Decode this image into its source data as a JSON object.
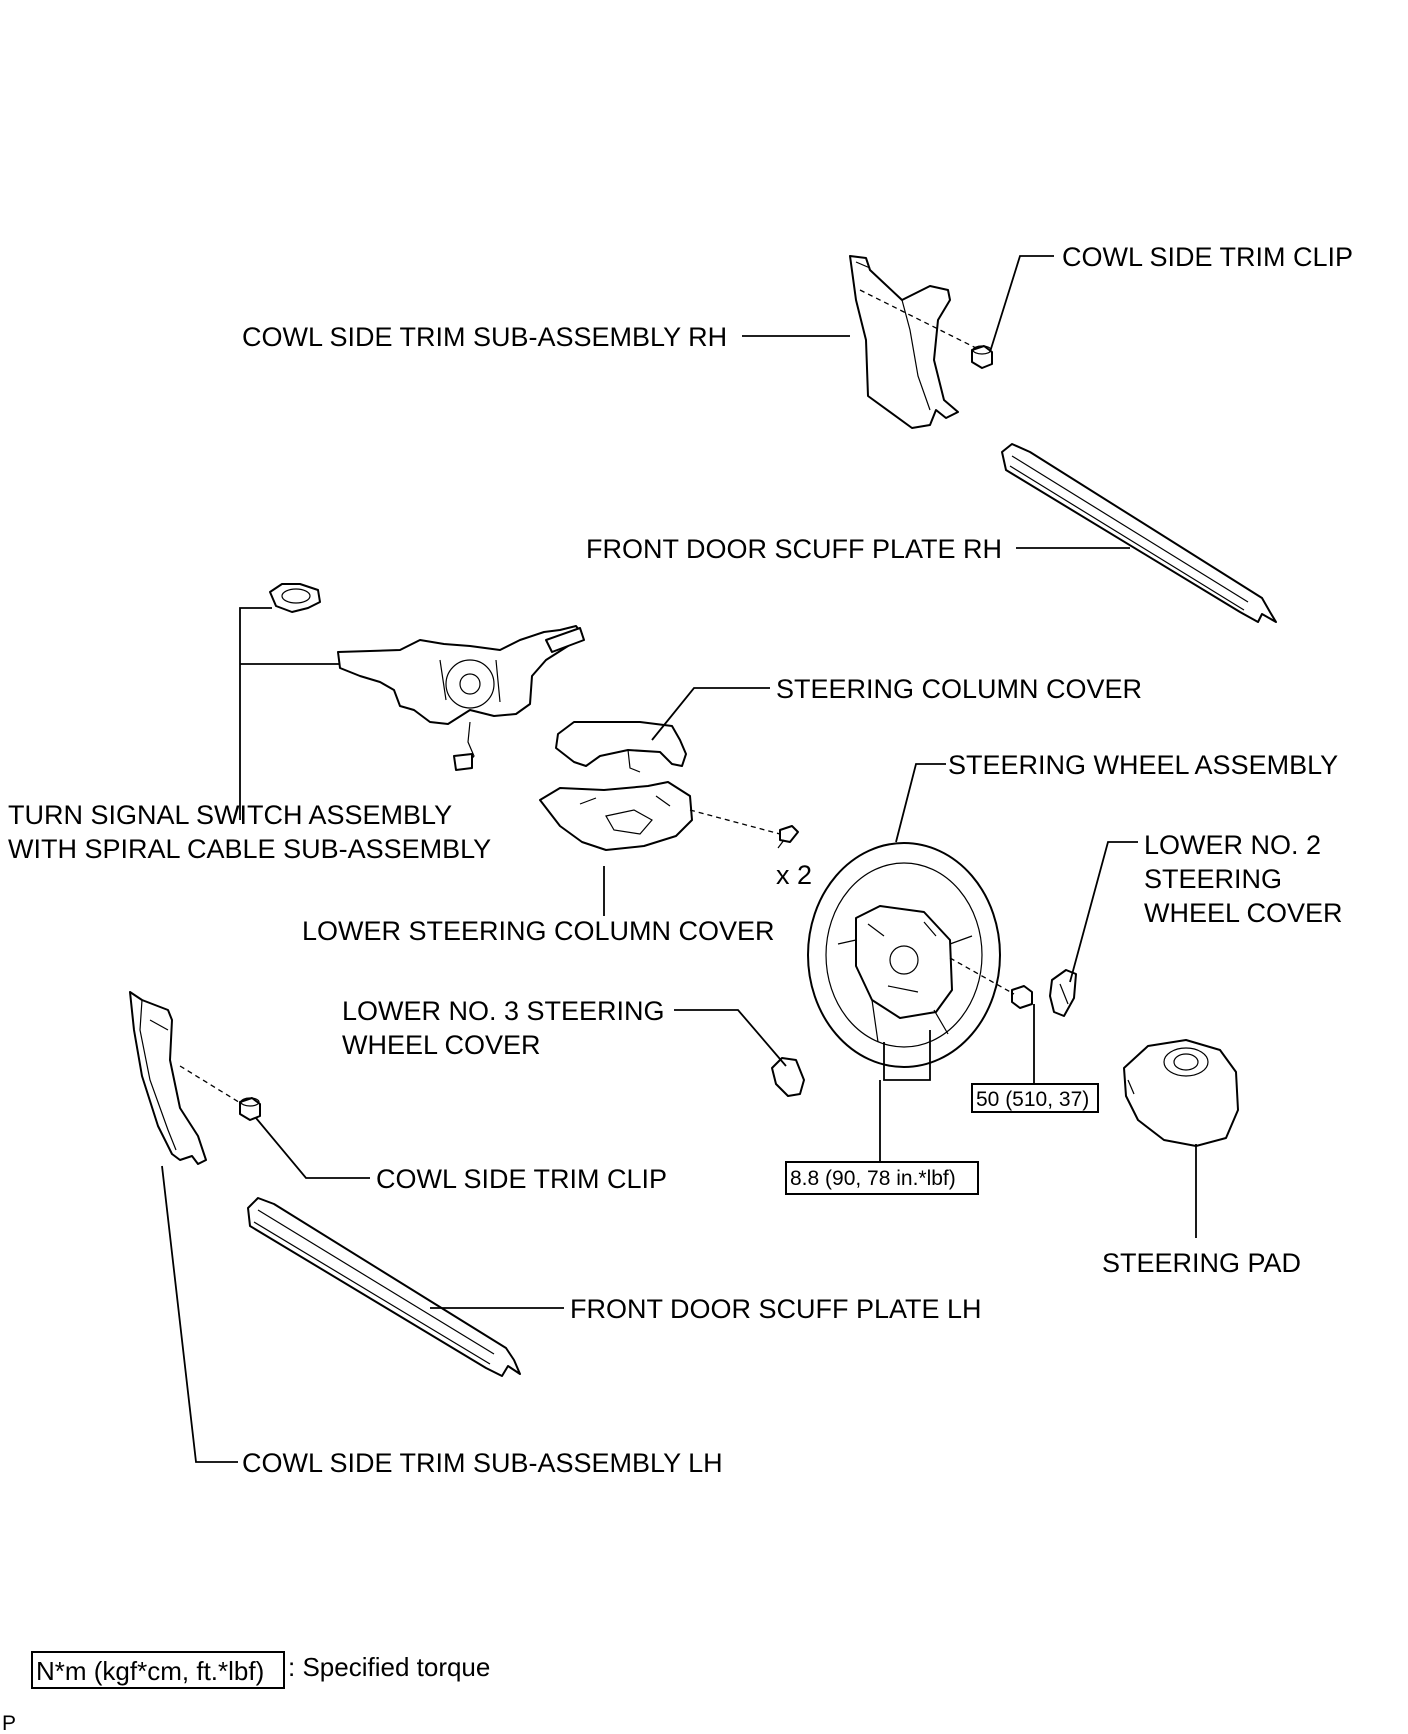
{
  "labels": {
    "cowl_clip_rh": "COWL SIDE TRIM CLIP",
    "cowl_trim_rh": "COWL SIDE TRIM SUB-ASSEMBLY RH",
    "scuff_rh": "FRONT DOOR SCUFF PLATE RH",
    "turn_signal_line1": "TURN SIGNAL SWITCH ASSEMBLY",
    "turn_signal_line2": "WITH SPIRAL CABLE SUB-ASSEMBLY",
    "column_cover": "STEERING COLUMN COVER",
    "wheel_assembly": "STEERING WHEEL ASSEMBLY",
    "lower_no2_line1": "LOWER NO. 2",
    "lower_no2_line2": "STEERING",
    "lower_no2_line3": "WHEEL COVER",
    "screw_qty": "x 2",
    "lower_column_cover": "LOWER STEERING COLUMN COVER",
    "lower_no3_line1": "LOWER NO. 3 STEERING",
    "lower_no3_line2": "WHEEL COVER",
    "cowl_clip_lh": "COWL SIDE TRIM CLIP",
    "scuff_lh": "FRONT DOOR SCUFF PLATE LH",
    "steering_pad": "STEERING PAD",
    "cowl_trim_lh": "COWL SIDE TRIM SUB-ASSEMBLY LH"
  },
  "torques": {
    "nut": "50 (510, 37)",
    "screws": "8.8 (90, 78 in.*lbf)"
  },
  "legend": {
    "box_text": "N*m (kgf*cm, ft.*lbf)",
    "description": ": Specified torque"
  },
  "corner_mark": "P"
}
